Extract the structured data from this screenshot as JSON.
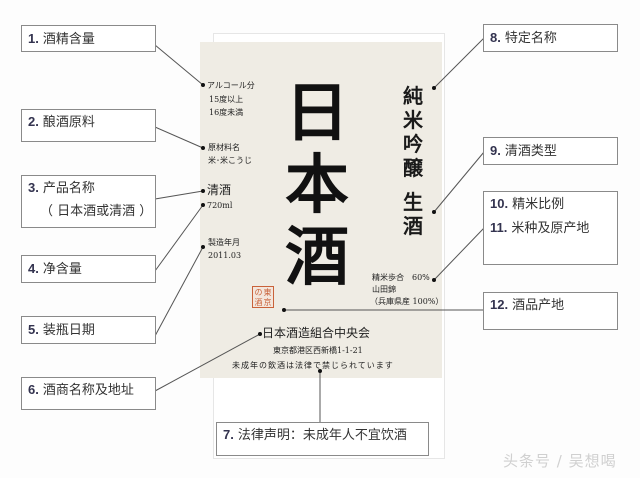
{
  "callouts": [
    {
      "num": "1.",
      "text": "酒精含量"
    },
    {
      "num": "2.",
      "text": "酿酒原料"
    },
    {
      "num": "3.",
      "text": "产品名称",
      "text2": "（ 日本酒或清酒 ）"
    },
    {
      "num": "4.",
      "text": "净含量"
    },
    {
      "num": "5.",
      "text": "装瓶日期"
    },
    {
      "num": "6.",
      "text": "酒商名称及地址"
    },
    {
      "num": "7.",
      "text": "法律声明：未成年人不宜饮酒"
    },
    {
      "num": "8.",
      "text": "特定名称"
    },
    {
      "num": "9.",
      "text": "清酒类型"
    },
    {
      "num": "10.",
      "text": "精米比例",
      "num2": "11.",
      "text2": "米种及原产地"
    },
    {
      "num": "12.",
      "text": "酒品产地"
    }
  ],
  "label": {
    "alcohol_title": "アルコール分",
    "alcohol_line1": "15度以上",
    "alcohol_line2": "16度未満",
    "ingredients_title": "原材料名",
    "ingredients_value": "米･米こうじ",
    "category": "清酒",
    "volume": "720ml",
    "date_title": "製造年月",
    "date_value": "2011.03",
    "main_title_chars": [
      "日",
      "本",
      "酒"
    ],
    "specific_name_chars": [
      "純",
      "米",
      "吟",
      "醸"
    ],
    "type_chars": [
      "生",
      "酒"
    ],
    "polish_ratio": "精米歩合　60%",
    "rice_variety": "山田錦",
    "rice_origin": "（兵庫県産 100%）",
    "stamp_chars": [
      "の",
      "東",
      "酒",
      "京"
    ],
    "brewer_name": "日本酒造組合中央会",
    "brewer_address": "東京都港区西新橋1-1-21",
    "legal_notice": "未成年の飲酒は法律で禁じられています"
  },
  "watermark": "头条号 / 吴想喝",
  "colors": {
    "label_bg": "#efece4",
    "callout_border": "#8a8a8a",
    "number_color": "#33334f",
    "stamp_color": "#c9623a"
  }
}
